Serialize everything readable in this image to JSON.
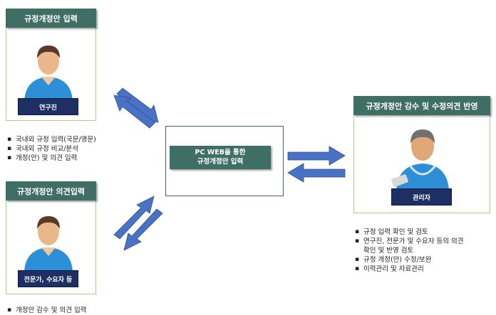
{
  "researcher_box": {
    "title": "규정개정안 입력",
    "role_label": "연구진",
    "bullets": [
      "국내외 규정 입력(국문/영문)",
      "국내외 규정 비교/분석",
      "개정(안) 및 의견 입력"
    ]
  },
  "expert_box": {
    "title": "규정개정안 의견입력",
    "role_label": "전문가, 수요자 등",
    "bullets": [
      "개정안 감수 및 의견 입력"
    ]
  },
  "center": {
    "line1": "PC WEB을 통한",
    "line2": "규정개정안 입력"
  },
  "manager_box": {
    "title": "규정개정안 감수 및 수정의견 반영",
    "role_label": "관리자",
    "bullets": [
      "규정 입력 확인 및 검토",
      "연구진, 전문가 및 수요자 등의 의견 확인 및 반영 검토",
      "규정 개정(안) 수정/보완",
      "이력관리 및 자료관리"
    ]
  },
  "colors": {
    "header_bg": "#3f6e64",
    "label_bg": "#1d2f63",
    "arrow": "#4a72c4",
    "box_border": "#a9cf8a"
  }
}
